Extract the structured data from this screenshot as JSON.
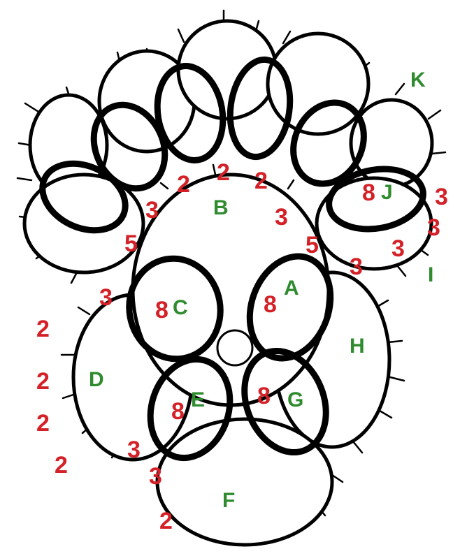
{
  "colors": {
    "letter": "#2e8b2e",
    "number": "#d42027",
    "line": "#000000"
  },
  "letters": {
    "a": "A",
    "b": "B",
    "c": "C",
    "d": "D",
    "e": "E",
    "f": "F",
    "g": "G",
    "h": "H",
    "i": "I",
    "j": "J",
    "k": "K"
  },
  "numbers": {
    "top_left_2": "2",
    "top_mid_2": "2",
    "top_right_2": "2",
    "b_left_3": "3",
    "b_left_5": "5",
    "b_right_3": "3",
    "b_right_5": "5",
    "j_8": "8",
    "j_right_3a": "3",
    "j_right_3b": "3",
    "i_3a": "3",
    "i_3b": "3",
    "d_top_3": "3",
    "c_8": "8",
    "a_8": "8",
    "d_2a": "2",
    "d_2b": "2",
    "d_2c": "2",
    "d_2d": "2",
    "e_8": "8",
    "g_8": "8",
    "d_bottom_3": "3",
    "f_3": "3",
    "f_2": "2"
  }
}
